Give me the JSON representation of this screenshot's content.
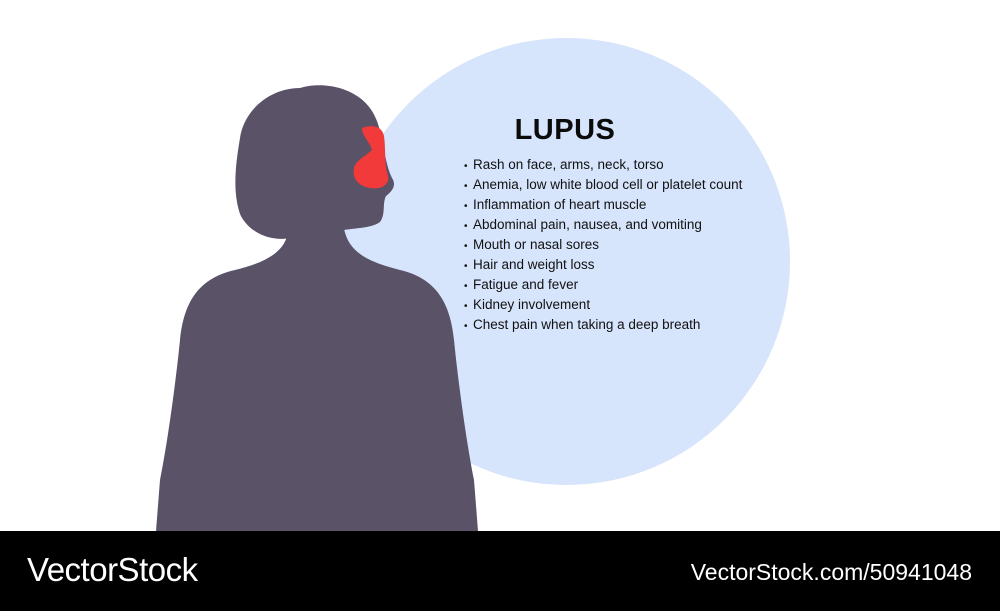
{
  "diagram": {
    "title": "LUPUS",
    "symptoms": [
      "Rash on face, arms, neck, torso",
      "Anemia, low white blood cell or platelet count",
      "Inflammation of heart muscle",
      "Abdominal pain, nausea, and vomiting",
      "Mouth or nasal sores",
      "Hair and weight loss",
      "Fatigue and fever",
      "Kidney involvement",
      "Chest pain when taking a deep breath"
    ]
  },
  "colors": {
    "silhouette": "#5a5267",
    "rash": "#f23a3a",
    "bubble": "#d6e4fc",
    "footer": "#000000"
  },
  "footer": {
    "brand": "VectorStock",
    "image_id": "VectorStock.com/50941048"
  }
}
